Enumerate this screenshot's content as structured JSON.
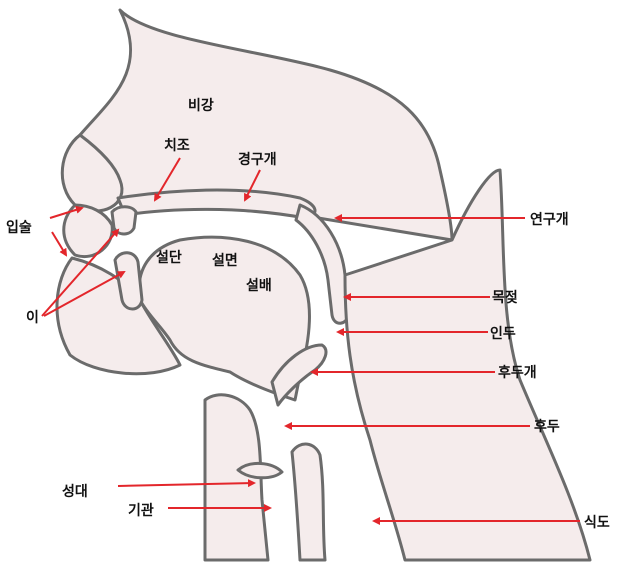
{
  "colors": {
    "tissue": "#f5ecec",
    "outline": "#6b6b6b",
    "arrow": "#e3262b",
    "text": "#111111"
  },
  "labels": {
    "nasal_cavity": "비강",
    "alveolar_ridge": "치조",
    "hard_palate": "경구개",
    "soft_palate": "연구개",
    "lips": "입술",
    "teeth": "이",
    "tongue_tip": "설단",
    "tongue_blade": "설면",
    "tongue_back": "설배",
    "uvula": "목젖",
    "pharynx": "인두",
    "epiglottis": "후두개",
    "larynx": "후두",
    "vocal_cords": "성대",
    "trachea": "기관",
    "esophagus": "식도"
  }
}
